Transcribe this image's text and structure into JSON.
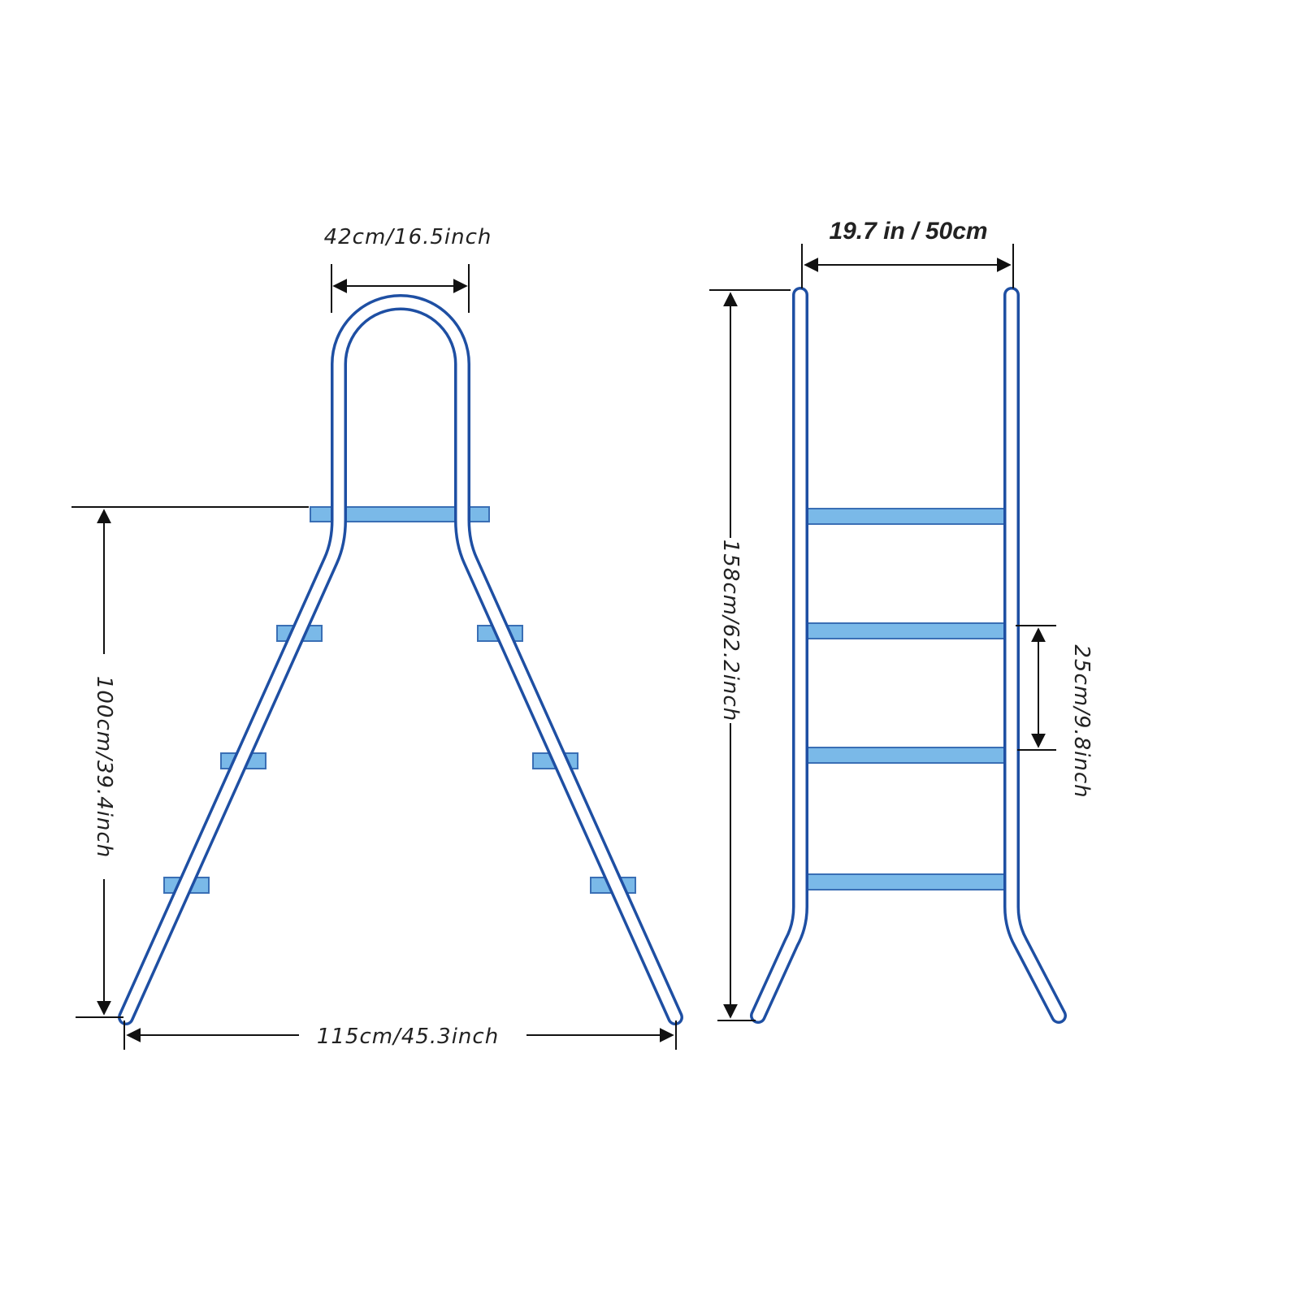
{
  "diagram": {
    "side_view": {
      "top_width_label": "42cm/16.5inch",
      "height_label": "100cm/39.4inch",
      "base_width_label": "115cm/45.3inch",
      "step_count": 4
    },
    "front_view": {
      "width_label": "19.7 in / 50cm",
      "total_height_label": "158cm/62.2inch",
      "step_spacing_label": "25cm/9.8inch",
      "step_count": 4
    },
    "colors": {
      "frame_outline": "#1e4fa3",
      "frame_fill": "#ffffff",
      "step_fill": "#7ab9e8",
      "step_outline": "#3a6fb5",
      "dimension_line": "#111111"
    }
  }
}
